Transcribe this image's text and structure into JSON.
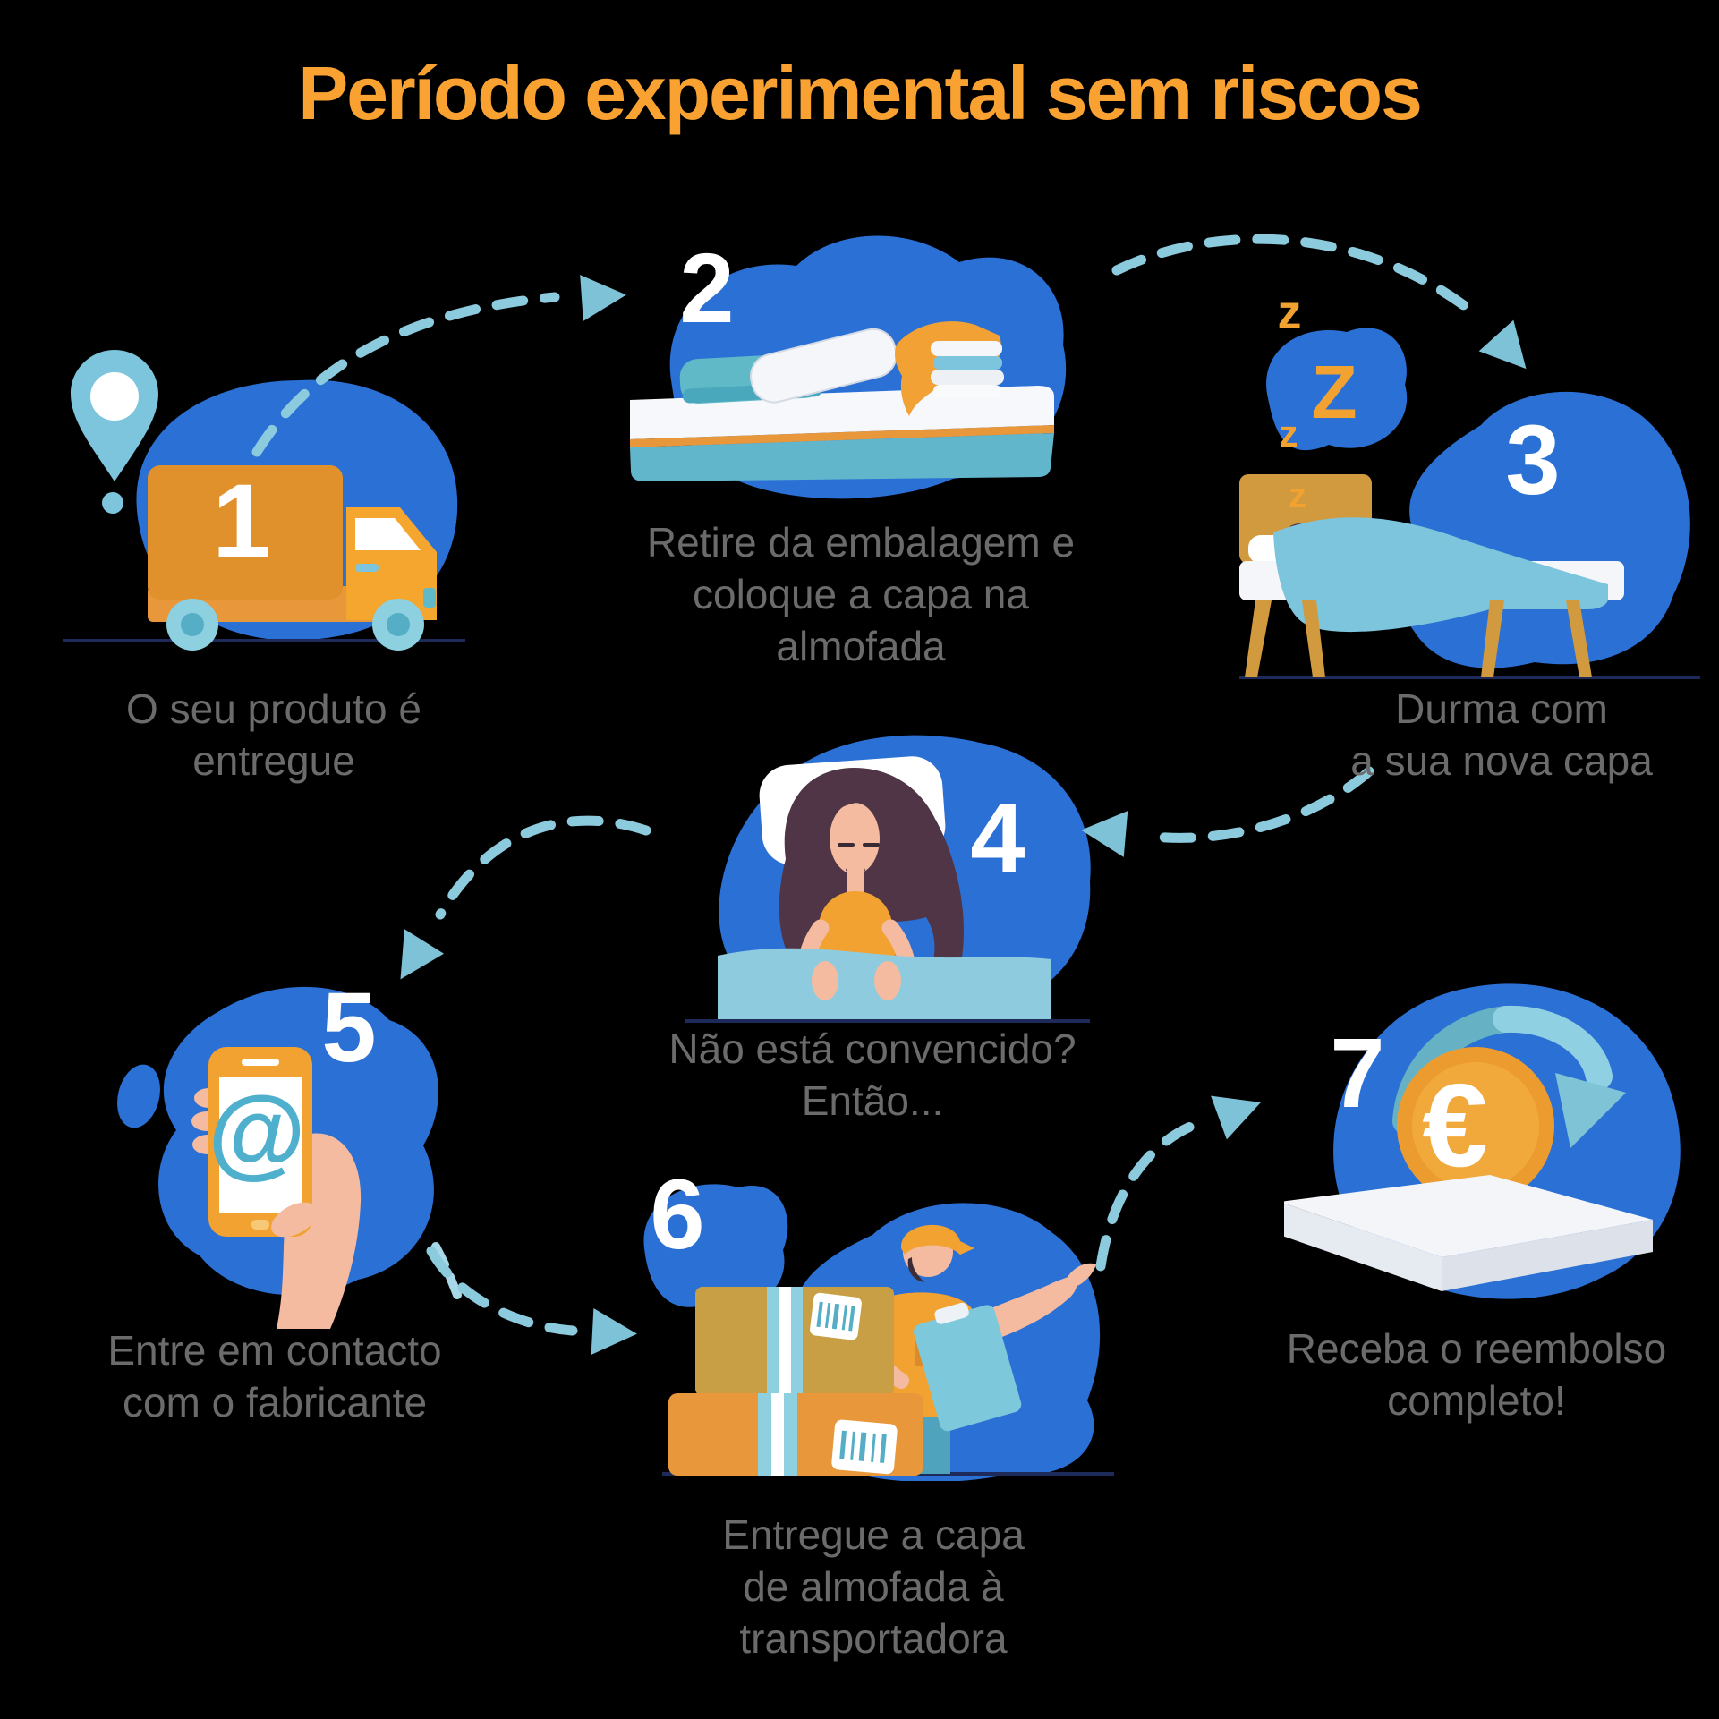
{
  "title": {
    "text": "Período experimental sem riscos"
  },
  "colors": {
    "background": "#000000",
    "title_orange": "#F9A232",
    "blob_blue": "#2B70D5",
    "arrow_light_blue": "#8CCADE",
    "caption_gray": "#6B6B6B",
    "number_white": "#FFFFFF",
    "teal": "#5FB9C7",
    "skin": "#F4BBA0"
  },
  "steps": [
    {
      "number": "1",
      "illustration": "delivery-truck-with-location-pin",
      "caption": [
        "O seu produto é",
        "entregue"
      ]
    },
    {
      "number": "2",
      "illustration": "mattress-with-pillows-and-linens",
      "caption": [
        "Retire da embalagem e",
        "coloque a capa na",
        "almofada"
      ]
    },
    {
      "number": "3",
      "illustration": "person-sleeping-in-bed",
      "caption": [
        "Durma com",
        "a sua nova capa"
      ],
      "z_large": "Z",
      "z_small": "z"
    },
    {
      "number": "4",
      "illustration": "unconvinced-woman-in-bed",
      "caption": [
        "Não está convencido?",
        "Então..."
      ]
    },
    {
      "number": "5",
      "illustration": "hand-holding-phone-with-email",
      "caption": [
        "Entre em contacto",
        "com o fabricante"
      ],
      "at_glyph": "@"
    },
    {
      "number": "6",
      "illustration": "courier-with-parcels",
      "caption": [
        "Entregue a capa",
        "de almofada à",
        "transportadora"
      ]
    },
    {
      "number": "7",
      "illustration": "euro-coin-refund-on-mattress",
      "caption": [
        "Receba o reembolso",
        "completo!"
      ],
      "euro_glyph": "€"
    }
  ]
}
